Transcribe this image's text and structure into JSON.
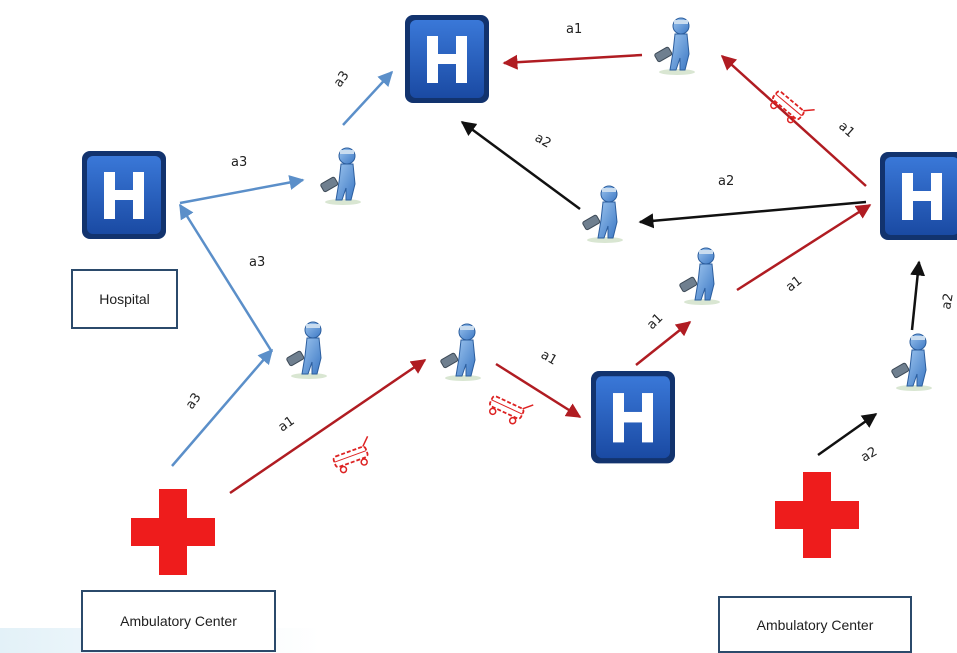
{
  "labels": {
    "hospital": "Hospital",
    "ambulatory_left": "Ambulatory Center",
    "ambulatory_right": "Ambulatory Center"
  },
  "edges": {
    "a1": "a1",
    "a2": "a2",
    "a3": "a3"
  },
  "colors": {
    "a1": "#b01c22",
    "a2": "#111111",
    "a3": "#5b8fc9",
    "hospital_blue": "#1f57b8",
    "cross_red": "#ee1c1c"
  },
  "icons": [
    "hospital-icon",
    "red-cross-icon",
    "person-icon",
    "stretcher-icon"
  ]
}
